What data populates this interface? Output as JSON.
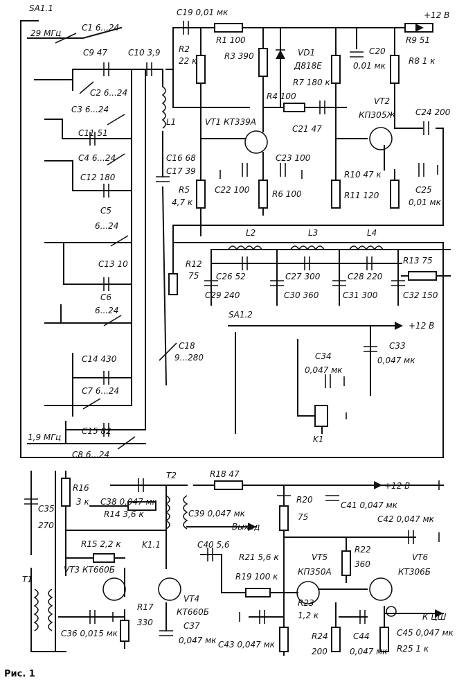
{
  "figure_label": "Рис. 1",
  "switches": {
    "sa1_1": "SA1.1",
    "sa1_2": "SA1.2",
    "k1_1": "K1.1"
  },
  "band_labels": {
    "top": "29 МГц",
    "bottom": "1,9 МГц"
  },
  "power": {
    "v1": "+12 В",
    "v2": "+12 В",
    "v3": "+12 В"
  },
  "io": {
    "output": "Выход",
    "ksh": "К ЦШ"
  },
  "input_block": {
    "C1": "C1  6...24",
    "C2": "C2  6...24",
    "C3": "C3  6...24",
    "C4": "C4  6...24",
    "C5": "C5",
    "C5v": "6...24",
    "C6": "C6",
    "C6v": "6...24",
    "C7": "C7  6...24",
    "C8": "C8  6...24",
    "C9": "C9  47",
    "C10": "C10  3,9",
    "C11": "C11  51",
    "C12": "C12  180",
    "C13": "C13  10",
    "C14": "C14  430",
    "C15": "C15  82",
    "C16": "C16  68",
    "C17": "C17  39",
    "C18": "C18",
    "C18v": "9...280",
    "L1": "L1",
    "R5": "R5",
    "R5v": "4,7 к"
  },
  "amp_block": {
    "C19": "C19  0,01 мк",
    "R1": "R1  100",
    "R2": "R2",
    "R2v": "22 к",
    "R3": "R3  390",
    "VD1": "VD1",
    "VD1v": "Д818Е",
    "R7": "R7  180 к",
    "C20": "C20",
    "C20v": "0,01 мк",
    "R9": "R9  51",
    "R8": "R8  1 к",
    "R4": "R4  100",
    "C21": "C21  47",
    "VT1": "VT1  КТ339А",
    "VT2": "VT2",
    "VT2v": "КП305Ж",
    "C24": "C24  200",
    "C22": "C22  100",
    "C23": "C23  100",
    "R6": "R6  100",
    "R10": "R10  47 к",
    "R11": "R11  120",
    "C25": "C25",
    "C25v": "0,01 мк"
  },
  "filter_block": {
    "L2": "L2",
    "L3": "L3",
    "L4": "L4",
    "R12": "R12",
    "R12v": "75",
    "C26": "C26  52",
    "C27": "C27  300",
    "C28": "C28  220",
    "C29": "C29  240",
    "C30": "C30  360",
    "C31": "C31  300",
    "C32": "C32  150",
    "R13": "R13  75"
  },
  "relay_block": {
    "C33": "C33",
    "C33v": "0,047 мк",
    "C34": "C34",
    "C34v": "0,047 мк",
    "K1": "K1"
  },
  "output_block": {
    "C35": "C35",
    "C35v": "270",
    "T1": "T1",
    "R16": "R16",
    "R16v": "3 к",
    "C38": "C38  0,047 мк",
    "R14": "R14  3,6 к",
    "R15": "R15  2,2 к",
    "VT3": "VT3  КТ660Б",
    "VT4": "VT4",
    "VT4v": "КТ660Б",
    "C36": "C36  0,015 мк",
    "R17": "R17",
    "R17v": "330",
    "C37": "C37",
    "C37v": "0,047 мк",
    "T2": "T2",
    "R18": "R18  47",
    "C39": "C39  0,047 мк",
    "C40": "C40  5,6",
    "R20": "R20",
    "R20v": "75",
    "C41": "C41  0,047 мк",
    "C42": "C42  0,047 мк",
    "R21": "R21  5,6 к",
    "R22": "R22",
    "R22v": "360",
    "R19": "R19  100 к",
    "VT5": "VT5",
    "VT5v": "КП350А",
    "VT6": "VT6",
    "VT6v": "КТ306Б",
    "C43": "C43  0,047 мк",
    "R23": "R23",
    "R23v": "1,2 к",
    "R24": "R24",
    "R24v": "200",
    "C44": "C44",
    "C44v": "0,047 мк",
    "C45": "C45  0,047 мк",
    "R25": "R25  1 к"
  }
}
